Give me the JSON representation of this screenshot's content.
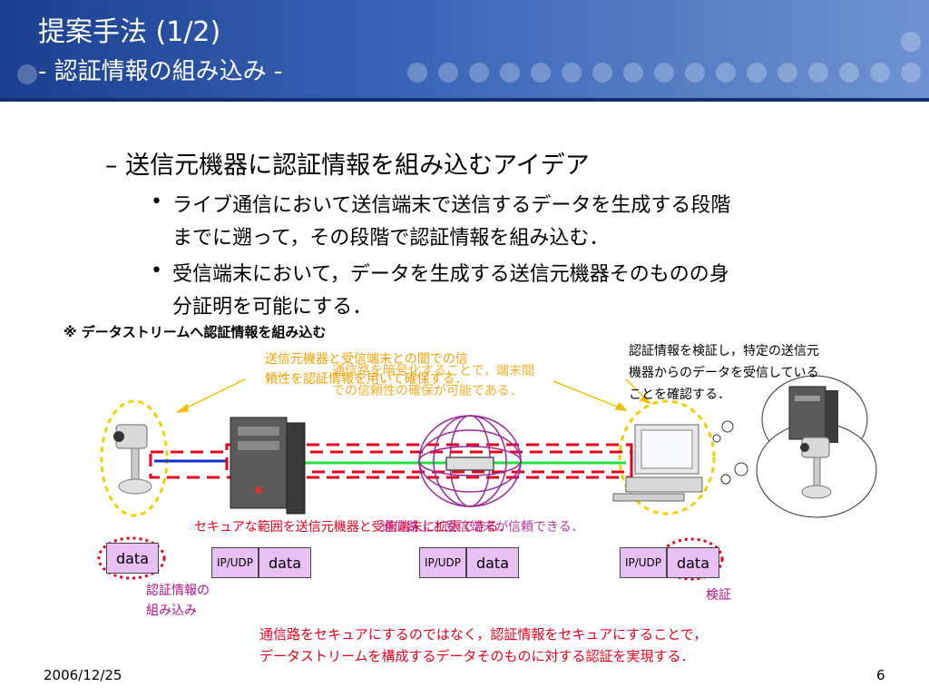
{
  "slide": {
    "title_line1": "提案手法 (1/2)",
    "title_line2": "- 認証情報の組み込み -",
    "bullet_l1": "– 送信元機器に認証情報を組み込むアイデア",
    "bullets_l2": [
      {
        "line1": "ライブ通信において送信端末で送信するデータを生成する段階",
        "line2": "までに遡って，その段階で認証情報を組み込む．"
      },
      {
        "line1": "受信端末において，データを生成する送信元機器そのものの身",
        "line2": "分証明を可能にする．"
      }
    ],
    "bullet_symbol": "•",
    "note_heading": "※ データストリームへ認証情報を組み込む",
    "footer_date": "2006/12/25",
    "page_number": "6"
  },
  "diagram": {
    "callout_orange_1": {
      "line1": "送信元機器と受信端末との間での信",
      "line2": "頼性を認証情報を用いて確保する．"
    },
    "callout_orange_2": {
      "line1": "通信路を暗号化することで，端末間",
      "line2": "での信頼性の確保が可能である．"
    },
    "callout_right": {
      "line1": "認証情報を検証し，特定の送信元",
      "line2": "機器からのデータを受信している",
      "line3": "ことを確認する．"
    },
    "red_caption_a": "セキュアな範囲を送信元機器と受信端末に拡張できる．",
    "red_caption_b": "通信路上と受信端末が信頼できる．",
    "packets": {
      "p1_data": "data",
      "p2_ip": "IP/UDP",
      "p2_data": "data",
      "p3_ip": "IP/UDP",
      "p3_data": "data",
      "p4_ip": "IP/UDP",
      "p4_data": "data"
    },
    "label_embed": {
      "line1": "認証情報の",
      "line2": "組み込み"
    },
    "label_verify": "検証",
    "bottom_red": {
      "line1": "通信路をセキュアにするのではなく，認証情報をセキュアにすることで，",
      "line2": "データストリームを構成するデータそのものに対する認証を実現する．"
    },
    "colors": {
      "red": "#e8001c",
      "orange": "#f5a000",
      "magenta": "#b0108a",
      "yellow_dashed": "#f0d000",
      "blue_line": "#1030d0",
      "green_line": "#20e040",
      "globe": "#9a2a9a"
    }
  }
}
